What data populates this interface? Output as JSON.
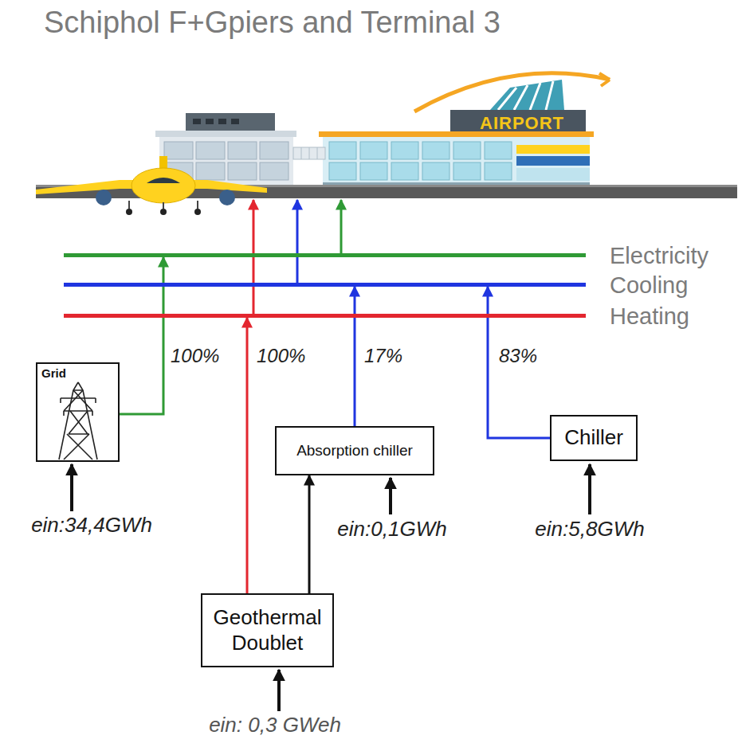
{
  "diagram": {
    "title": "Schiphol F+Gpiers and Terminal 3",
    "nodes": [
      {
        "text": [
          "Electricity"
        ]
      },
      {
        "text": [
          "Cooling"
        ]
      },
      {
        "text": [
          "Heating"
        ]
      },
      {
        "text": [
          "Grid"
        ]
      },
      {
        "text": [
          "Absorption chiller"
        ]
      },
      {
        "text": [
          "Chiller"
        ]
      },
      {
        "text": [
          "Geothermal Doublet"
        ]
      }
    ],
    "edges": [
      {
        "from": 3,
        "to": 0,
        "label": "100%",
        "arrow": "to"
      },
      {
        "from": 6,
        "to": 2,
        "label": "100%",
        "arrow": "to"
      },
      {
        "from": 4,
        "to": 1,
        "label": "17%",
        "arrow": "to"
      },
      {
        "from": 5,
        "to": 1,
        "label": "83%",
        "arrow": "to"
      },
      {
        "from": 6,
        "to": 4,
        "arrow": "to"
      }
    ],
    "labels": [
      "AIRPORT",
      "ein:34,4GWh",
      "ein:0,1GWh",
      "ein:5,8GWh",
      "ein: 0,3 GWeh"
    ]
  }
}
